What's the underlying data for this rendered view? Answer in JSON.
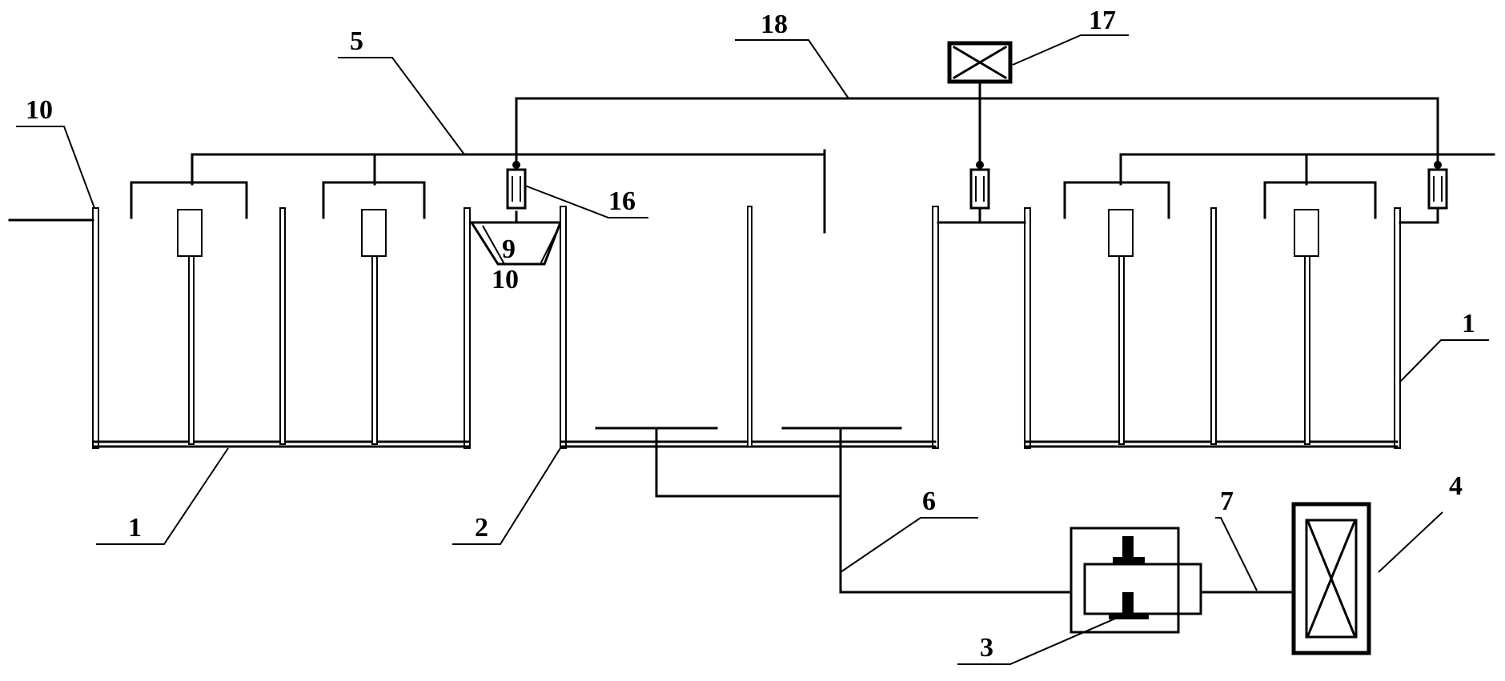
{
  "labels": {
    "tank_left": "1",
    "tank_right": "1",
    "middle_tank": "2",
    "pump_unit": "3",
    "outlet_box": "4",
    "top_pipe": "5",
    "suction_pipe": "6",
    "outlet_pipe": "7",
    "funnel": "9",
    "weir_left": "10",
    "weir_funnel": "10",
    "flow_meter": "16",
    "top_box": "17",
    "gas_line": "18"
  }
}
